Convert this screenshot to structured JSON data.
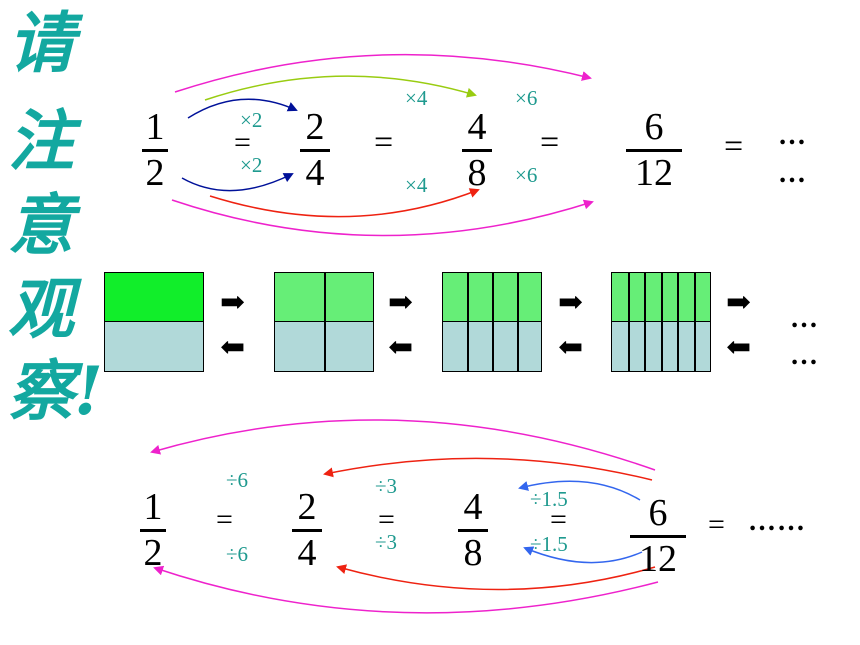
{
  "title_chars": [
    "请",
    "注",
    "意",
    "观",
    "察!"
  ],
  "colors": {
    "title": "#13a8a0",
    "operator": "#1f9a8f",
    "half_green": "#11ee2a",
    "light_green": "#66ee77",
    "light_blue": "#b1d9d9",
    "arrow_magenta": "#ee22cc",
    "arrow_yellowgreen": "#99cc11",
    "arrow_darkblue": "#001199",
    "arrow_red": "#ee2211",
    "arrow_blue": "#3366ee"
  },
  "top_row": {
    "fractions": [
      {
        "num": "1",
        "den": "2"
      },
      {
        "num": "2",
        "den": "4"
      },
      {
        "num": "4",
        "den": "8"
      },
      {
        "num": "6",
        "den": "12"
      }
    ],
    "equals": [
      "=",
      "=",
      "=",
      "="
    ],
    "operators": {
      "mul2_top": "×2",
      "mul2_bottom": "×2",
      "mul4_top": "×4",
      "mul4_bottom": "×4",
      "mul6_top": "×6",
      "mul6_bottom": "×6"
    },
    "trail_1": "…",
    "trail_2": "…"
  },
  "models": {
    "boxes": [
      {
        "columns": 1
      },
      {
        "columns": 2
      },
      {
        "columns": 4
      },
      {
        "columns": 6
      }
    ],
    "arrow_right": "➡",
    "arrow_left": "⬅",
    "trail_1": "…",
    "trail_2": "…"
  },
  "bottom_row": {
    "fractions": [
      {
        "num": "1",
        "den": "2"
      },
      {
        "num": "2",
        "den": "4"
      },
      {
        "num": "4",
        "den": "8"
      },
      {
        "num": "6",
        "den": "12"
      }
    ],
    "equals": [
      "=",
      "=",
      "=",
      "="
    ],
    "operators": {
      "div6_top": "÷6",
      "div6_bottom": "÷6",
      "div3_top": "÷3",
      "div3_bottom": "÷3",
      "div15_top": "÷1.5",
      "div15_bottom": "÷1.5"
    },
    "trail": "……"
  }
}
